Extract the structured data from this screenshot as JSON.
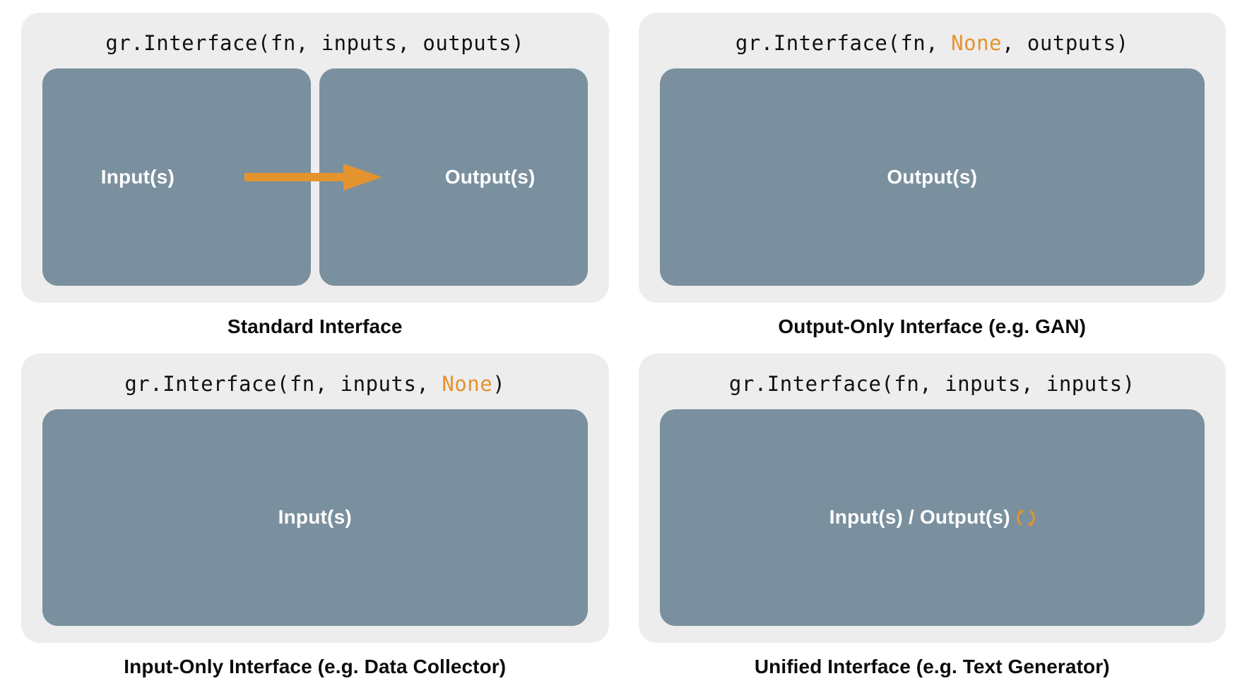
{
  "theme": {
    "page_background": "#ffffff",
    "panel_background": "#ededed",
    "io_box_color": "#7a909e",
    "accent_orange": "#e5932f",
    "text_color": "#0c0c0c",
    "io_label_color": "#ffffff"
  },
  "panels": [
    {
      "id": "standard",
      "code": {
        "prefix": "gr.Interface(fn, inputs, outputs)",
        "pre": "gr.Interface(fn, inputs, outputs)",
        "none_token": "",
        "post": ""
      },
      "boxes": [
        {
          "label": "Input(s)",
          "icon": ""
        },
        {
          "label": "Output(s)",
          "icon": ""
        }
      ],
      "arrow": {
        "visible": true,
        "name": "flow-arrow-right",
        "color": "#e5932f"
      },
      "caption": "Standard Interface"
    },
    {
      "id": "output-only",
      "code": {
        "pre": "gr.Interface(fn, ",
        "none_token": "None",
        "post": ", outputs)"
      },
      "boxes": [
        {
          "label": "Output(s)",
          "icon": ""
        }
      ],
      "arrow": {
        "visible": false
      },
      "caption": "Output-Only Interface (e.g. GAN)"
    },
    {
      "id": "input-only",
      "code": {
        "pre": "gr.Interface(fn, inputs, ",
        "none_token": "None",
        "post": ")"
      },
      "boxes": [
        {
          "label": "Input(s)",
          "icon": ""
        }
      ],
      "arrow": {
        "visible": false
      },
      "caption": "Input-Only Interface (e.g. Data Collector)"
    },
    {
      "id": "unified",
      "code": {
        "pre": "gr.Interface(fn, inputs, inputs)",
        "none_token": "",
        "post": ""
      },
      "boxes": [
        {
          "label": "Input(s) / Output(s)",
          "icon": "cycle-icon"
        }
      ],
      "arrow": {
        "visible": false
      },
      "caption": "Unified Interface (e.g. Text Generator)"
    }
  ]
}
